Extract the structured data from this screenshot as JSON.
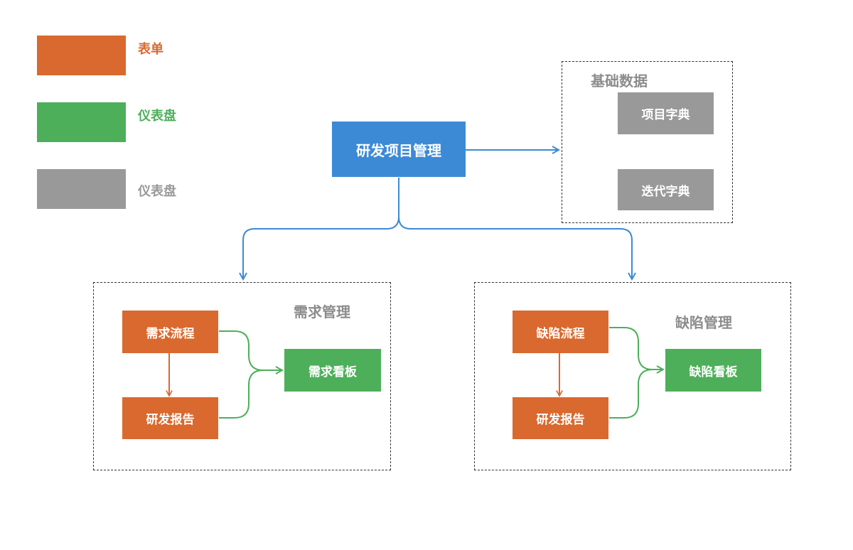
{
  "legend": [
    {
      "label": "表单",
      "color": "#d9692f"
    },
    {
      "label": "仪表盘",
      "color": "#4daf5a"
    },
    {
      "label": "仪表盘",
      "color": "#999999"
    }
  ],
  "root": {
    "label": "研发项目管理",
    "color": "#3c8ad6"
  },
  "groups": {
    "basic": {
      "title": "基础数据",
      "items": [
        "项目字典",
        "迭代字典"
      ]
    },
    "requirement": {
      "title": "需求管理",
      "flow": "需求流程",
      "report": "研发报告",
      "board": "需求看板"
    },
    "defect": {
      "title": "缺陷管理",
      "flow": "缺陷流程",
      "report": "研发报告",
      "board": "缺陷看板"
    }
  },
  "colors": {
    "form": "#d9692f",
    "dashboard": "#4daf5a",
    "basic": "#999999",
    "root": "#3c8ad6",
    "line_blue": "#3c8ad6",
    "line_green": "#4daf5a",
    "line_orange": "#d9692f"
  }
}
